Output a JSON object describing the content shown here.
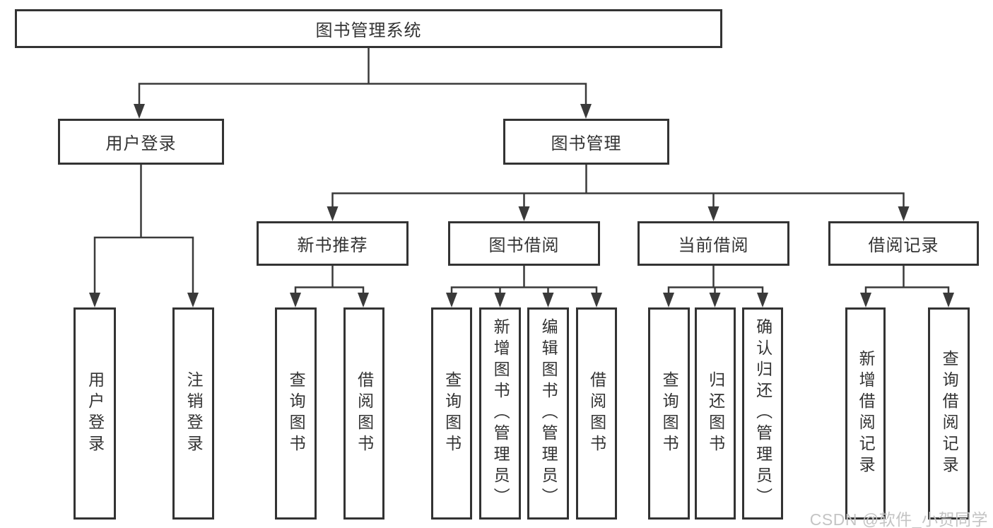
{
  "diagram": {
    "root_label": "图书管理系统",
    "branches": [
      {
        "label": "用户登录",
        "leaves": [
          {
            "label": "用户登录"
          },
          {
            "label": "注销登录"
          }
        ]
      },
      {
        "label": "图书管理",
        "groups": [
          {
            "label": "新书推荐",
            "leaves": [
              {
                "label": "查询图书"
              },
              {
                "label": "借阅图书"
              }
            ]
          },
          {
            "label": "图书借阅",
            "leaves": [
              {
                "label": "查询图书"
              },
              {
                "label": "新增图书（管理员）"
              },
              {
                "label": "编辑图书（管理员）"
              },
              {
                "label": "借阅图书"
              }
            ]
          },
          {
            "label": "当前借阅",
            "leaves": [
              {
                "label": "查询图书"
              },
              {
                "label": "归还图书"
              },
              {
                "label": "确认归还（管理员）"
              }
            ]
          },
          {
            "label": "借阅记录",
            "leaves": [
              {
                "label": "新增借阅记录"
              },
              {
                "label": "查询借阅记录"
              }
            ]
          }
        ]
      }
    ]
  },
  "watermark": "CSDN @软件_小贺同学",
  "colors": {
    "line": "#3a3a3a",
    "border": "#333333",
    "text": "#333333",
    "watermark": "#c4c4c4",
    "background": "#ffffff"
  }
}
